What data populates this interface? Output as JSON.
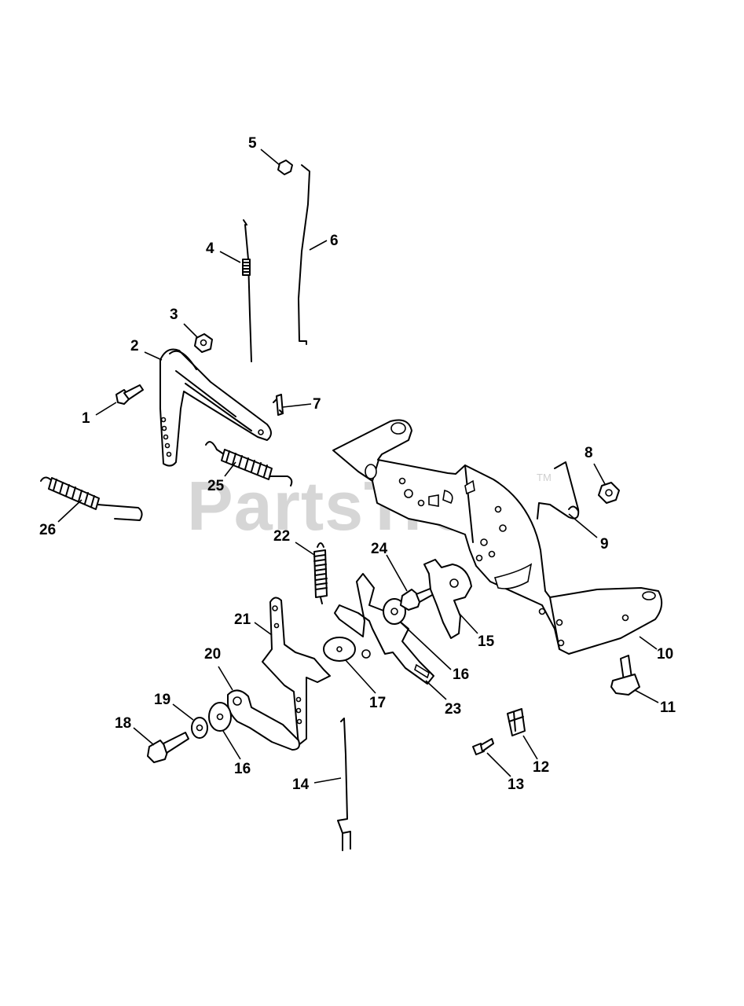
{
  "watermark": {
    "text": "PartsTree",
    "trademark": "TM"
  },
  "callouts": [
    {
      "num": "1"
    },
    {
      "num": "2"
    },
    {
      "num": "3"
    },
    {
      "num": "4"
    },
    {
      "num": "5"
    },
    {
      "num": "6"
    },
    {
      "num": "7"
    },
    {
      "num": "8"
    },
    {
      "num": "9"
    },
    {
      "num": "10"
    },
    {
      "num": "11"
    },
    {
      "num": "12"
    },
    {
      "num": "13"
    },
    {
      "num": "14"
    },
    {
      "num": "15"
    },
    {
      "num": "16"
    },
    {
      "num": "16"
    },
    {
      "num": "17"
    },
    {
      "num": "18"
    },
    {
      "num": "19"
    },
    {
      "num": "20"
    },
    {
      "num": "21"
    },
    {
      "num": "22"
    },
    {
      "num": "23"
    },
    {
      "num": "24"
    },
    {
      "num": "25"
    },
    {
      "num": "26"
    }
  ],
  "colors": {
    "line": "#000000",
    "background": "#ffffff",
    "watermark": "#d6d6d6"
  }
}
